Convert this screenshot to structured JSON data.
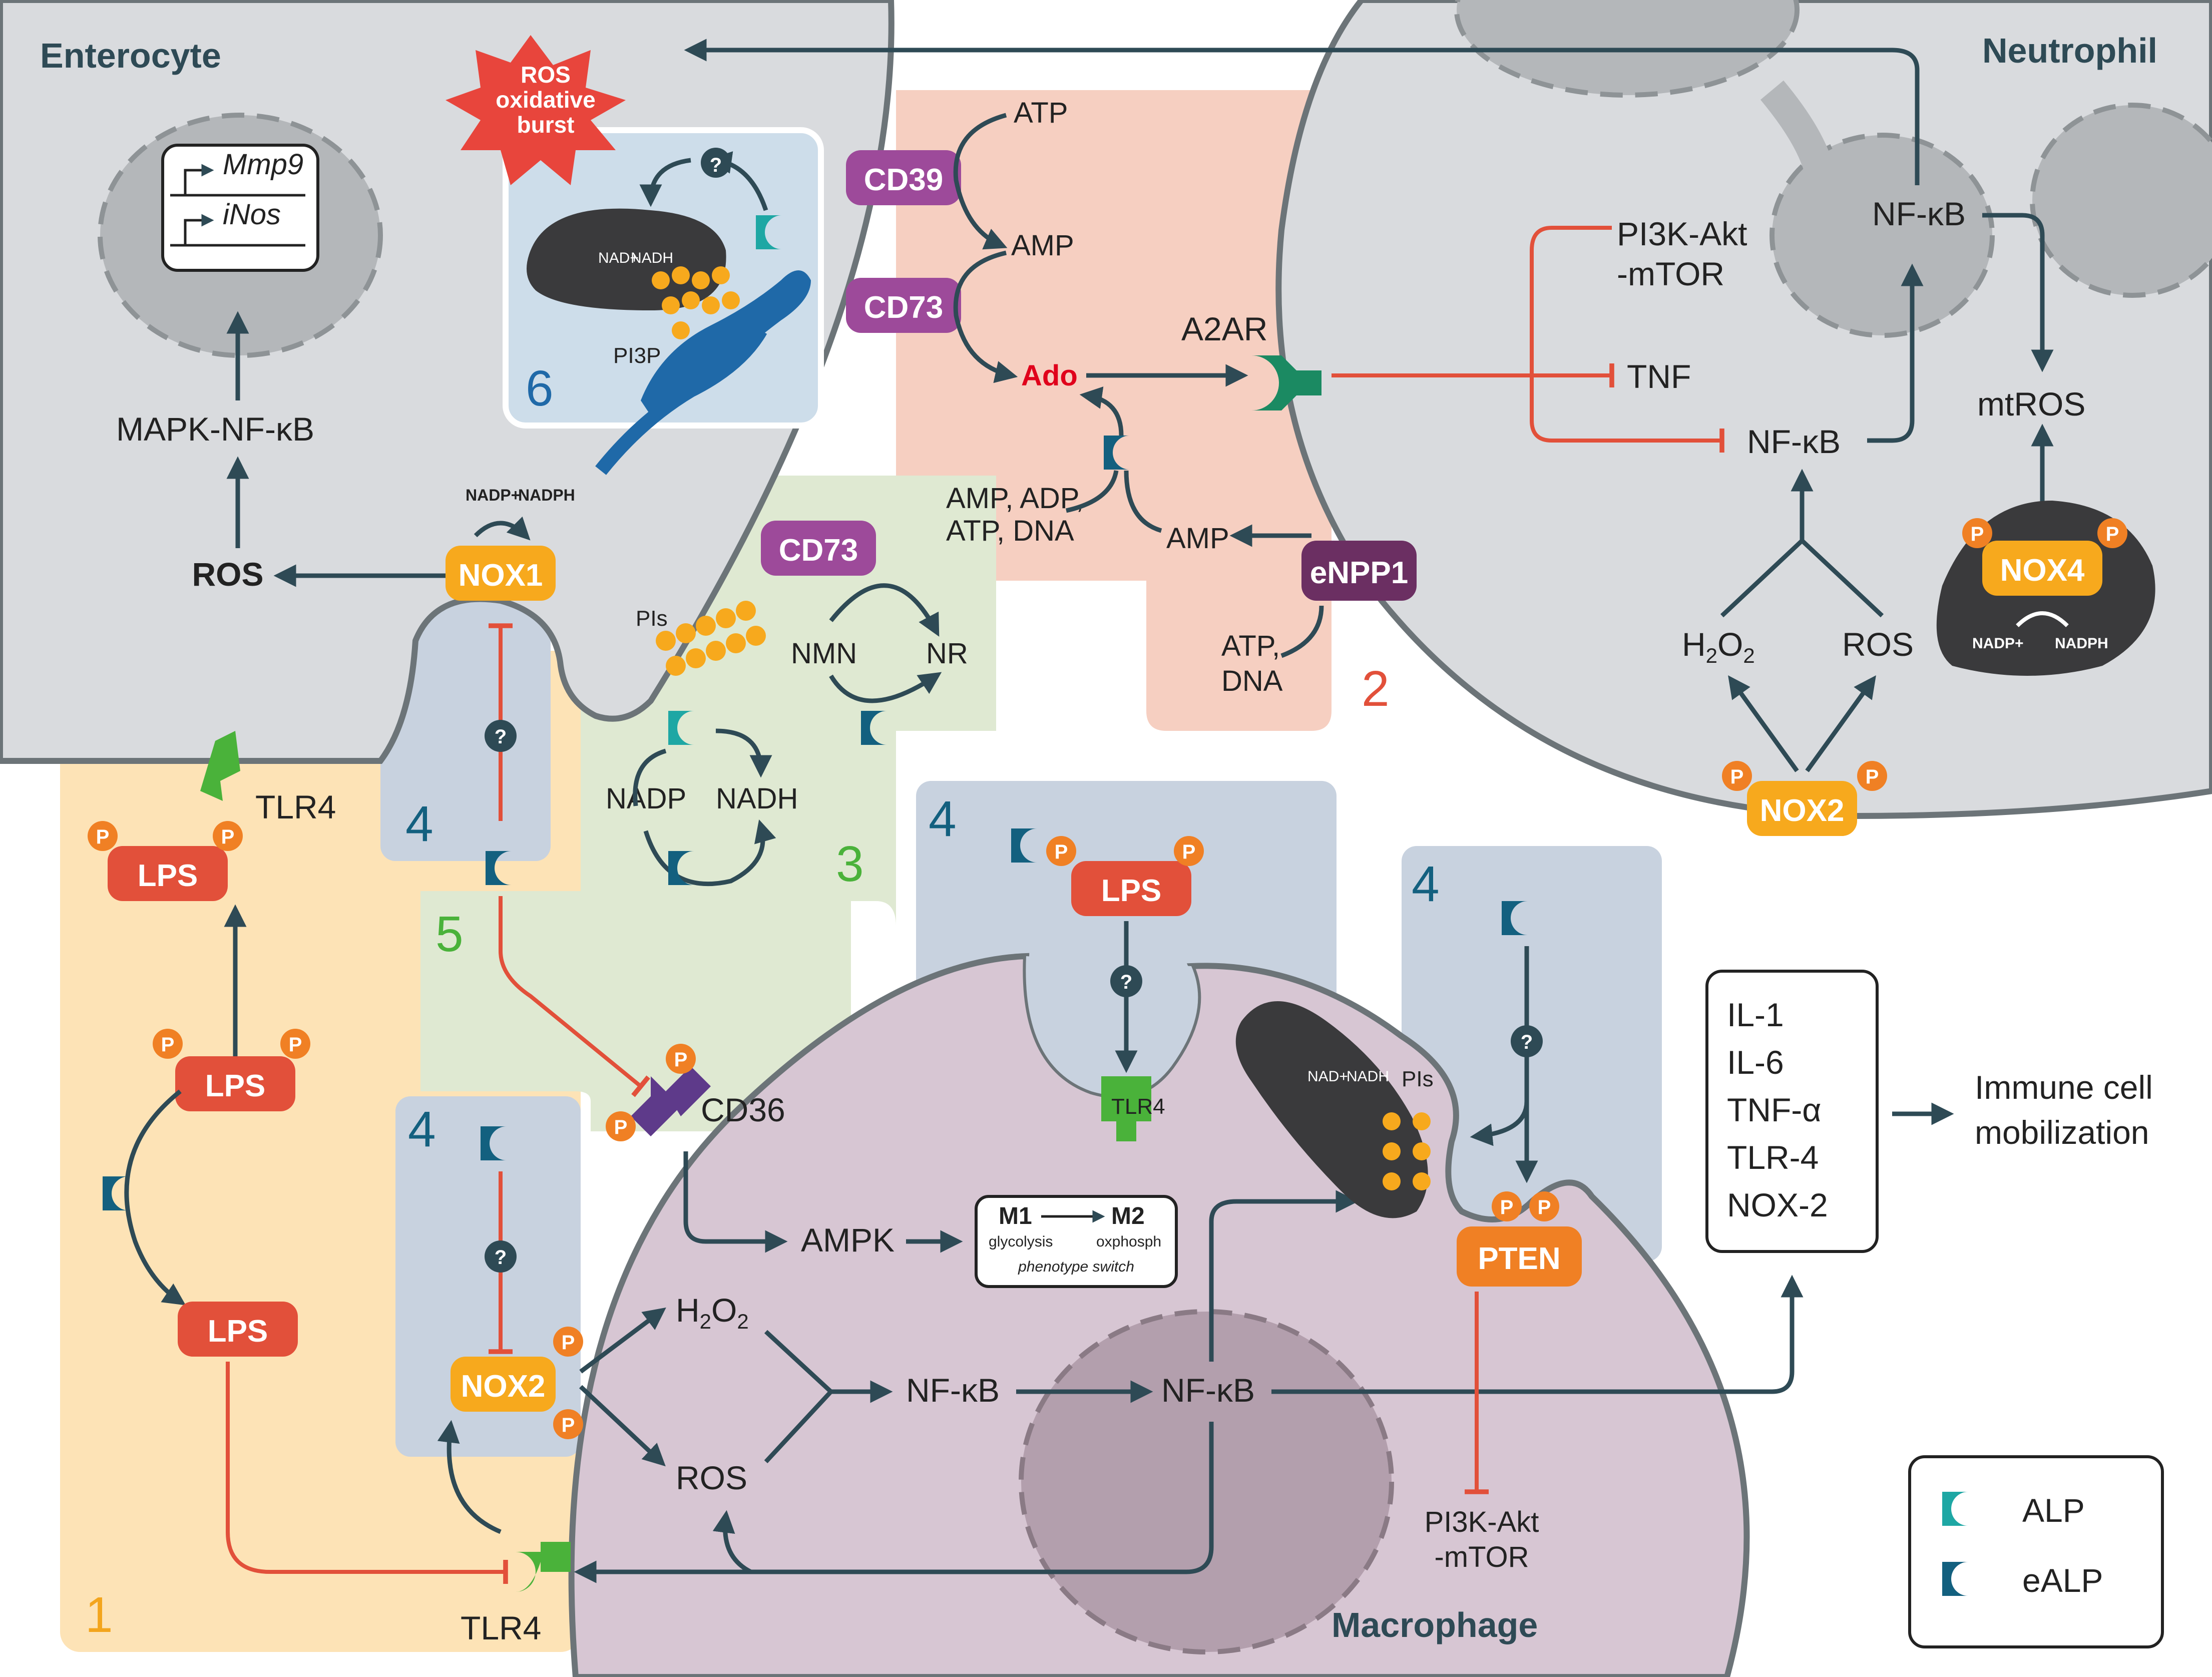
{
  "cells": {
    "enterocyte": "Enterocyte",
    "neutrophil": "Neutrophil",
    "macrophage": "Macrophage"
  },
  "regions": {
    "r1": "1",
    "r2": "2",
    "r3": "3",
    "r4a": "4",
    "r4b": "4",
    "r4c": "4",
    "r4d": "4",
    "r5": "5",
    "r6": "6"
  },
  "enterocyte": {
    "gene1": "Mmp9",
    "gene2": "iNos",
    "mapk": "MAPK-NF-κB",
    "ros": "ROS",
    "nadp": "NADP+",
    "nadph": "NADPH",
    "nox1": "NOX1",
    "burst": [
      "ROS",
      "oxidative",
      "burst"
    ],
    "nad": "NAD+",
    "nadh": "NADH",
    "pi3p": "PI3P",
    "q": "?",
    "tlr4": "TLR4"
  },
  "region2": {
    "cd39": "CD39",
    "cd73": "CD73",
    "atp": "ATP",
    "amp": "AMP",
    "ado": "Ado",
    "a2ar": "A2AR",
    "mix": [
      "AMP, ADP,",
      "ATP, DNA"
    ],
    "amp2": "AMP",
    "enpp1": "eNPP1",
    "atp2": [
      "ATP,",
      "DNA"
    ]
  },
  "region3": {
    "cd73": "CD73",
    "nmn": "NMN",
    "nr": "NR",
    "pis": "PIs",
    "nadp": "NADP",
    "nadh": "NADH"
  },
  "neutrophil": {
    "pi3k": [
      "PI3K-Akt",
      "-mTOR"
    ],
    "tnf": "TNF",
    "nfkb1": "NF-κB",
    "nfkb2": "NF-κB",
    "h2o2": "H2O2",
    "ros": "ROS",
    "nox2": "NOX2",
    "mtros": "mtROS",
    "nox4": "NOX4",
    "nadp": "NADP+",
    "nadph": "NADPH"
  },
  "left": {
    "lps1": "LPS",
    "lps2": "LPS",
    "lps3": "LPS",
    "p": "P"
  },
  "macrophage": {
    "lps": "LPS",
    "tlr4a": "TLR4",
    "tlr4b": "TLR4",
    "cd36": "CD36",
    "ampk": "AMPK",
    "m1": "M1",
    "m2": "M2",
    "glyc": "glycolysis",
    "oxph": "oxphosph",
    "switch": "phenotype switch",
    "nox2": "NOX2",
    "h2o2": "H2O2",
    "ros": "ROS",
    "nfkb1": "NF-κB",
    "nfkb2": "NF-κB",
    "pten": "PTEN",
    "pi3k": [
      "PI3K-Akt",
      "-mTOR"
    ],
    "nad": "NAD+",
    "nadh": "NADH",
    "pis": "PIs"
  },
  "cytokines": [
    "IL-1",
    "IL-6",
    "TNF-α",
    "TLR-4",
    "NOX-2"
  ],
  "mobilization": [
    "Immune cell",
    "mobilization"
  ],
  "legend": {
    "alp": "ALP",
    "ealp": "eALP",
    "alp_color": "#1ea7a4",
    "ealp_color": "#13607f"
  },
  "colors": {
    "arrow": "#2e4a55",
    "inhibit": "#e2503a",
    "lps": "#e2503a",
    "nox": "#f7a91d",
    "cd": "#9d4a9a",
    "enpp": "#6b2f62",
    "region1": "#fde3b6",
    "region2": "#f6cfc1",
    "region3": "#dfe9d2",
    "region4": "#c8d2df",
    "macrophage": "#d7c6d3",
    "cell": "#d9dbde"
  }
}
